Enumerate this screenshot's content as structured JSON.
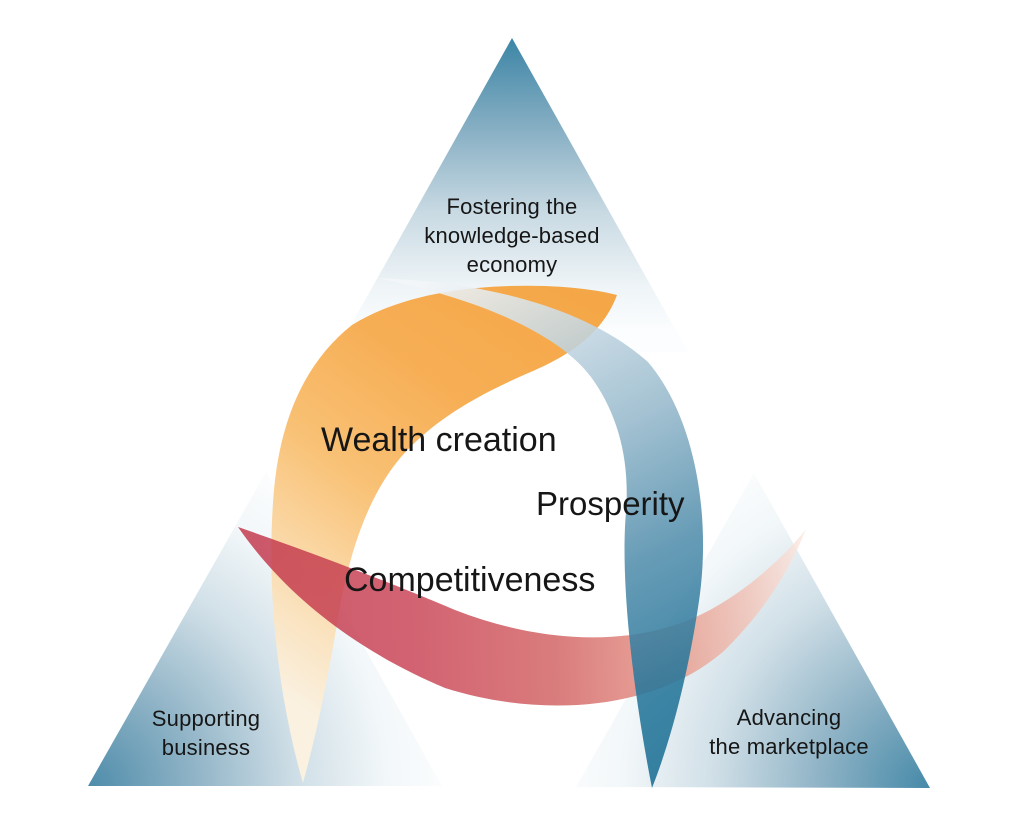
{
  "labels": {
    "top": [
      "Fostering the",
      "knowledge-based",
      "economy"
    ],
    "bottom_left": [
      "Supporting",
      "business"
    ],
    "bottom_right": [
      "Advancing",
      "the marketplace"
    ],
    "center": {
      "wealth": "Wealth creation",
      "prosperity": "Prosperity",
      "competitiveness": "Competitiveness"
    }
  },
  "colors": {
    "triangle_top_corner": "#3C85A6",
    "triangle_bottom_left_corner": "#4E8CAA",
    "triangle_bottom_right_corner": "#4589A8",
    "arc_orange": "#F5A13A",
    "arc_red": "#C13449",
    "arc_blue": "#1B6F94",
    "text": "#161616",
    "background": "#FFFFFF"
  }
}
